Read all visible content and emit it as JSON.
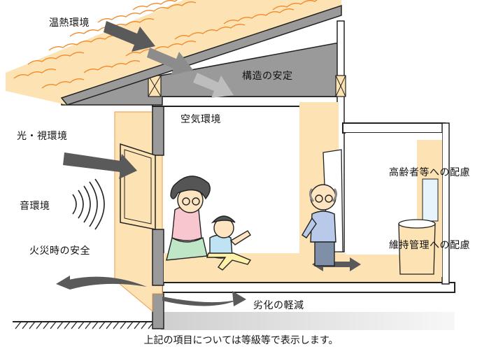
{
  "labels": {
    "thermal": "温熱環境",
    "structure": "構造の安定",
    "air": "空気環境",
    "light": "光・視環境",
    "sound": "音環境",
    "fire": "火災時の安全",
    "deterioration": "劣化の軽減",
    "elderly": "高齢者等への配慮",
    "maintenance": "維持管理への配慮"
  },
  "footer": "上記の項目については等級等で表示します。",
  "colors": {
    "wall_fill": "#fde3b4",
    "roof_fill": "#fde3b4",
    "roof_line": "#f08a2a",
    "structure_gray": "#8a8a8a",
    "arrow_dark": "#5a5a5a",
    "arrow_mid": "#8c8c8c",
    "arrow_light": "#bdbdbd",
    "ground": "#e6e6e6"
  }
}
